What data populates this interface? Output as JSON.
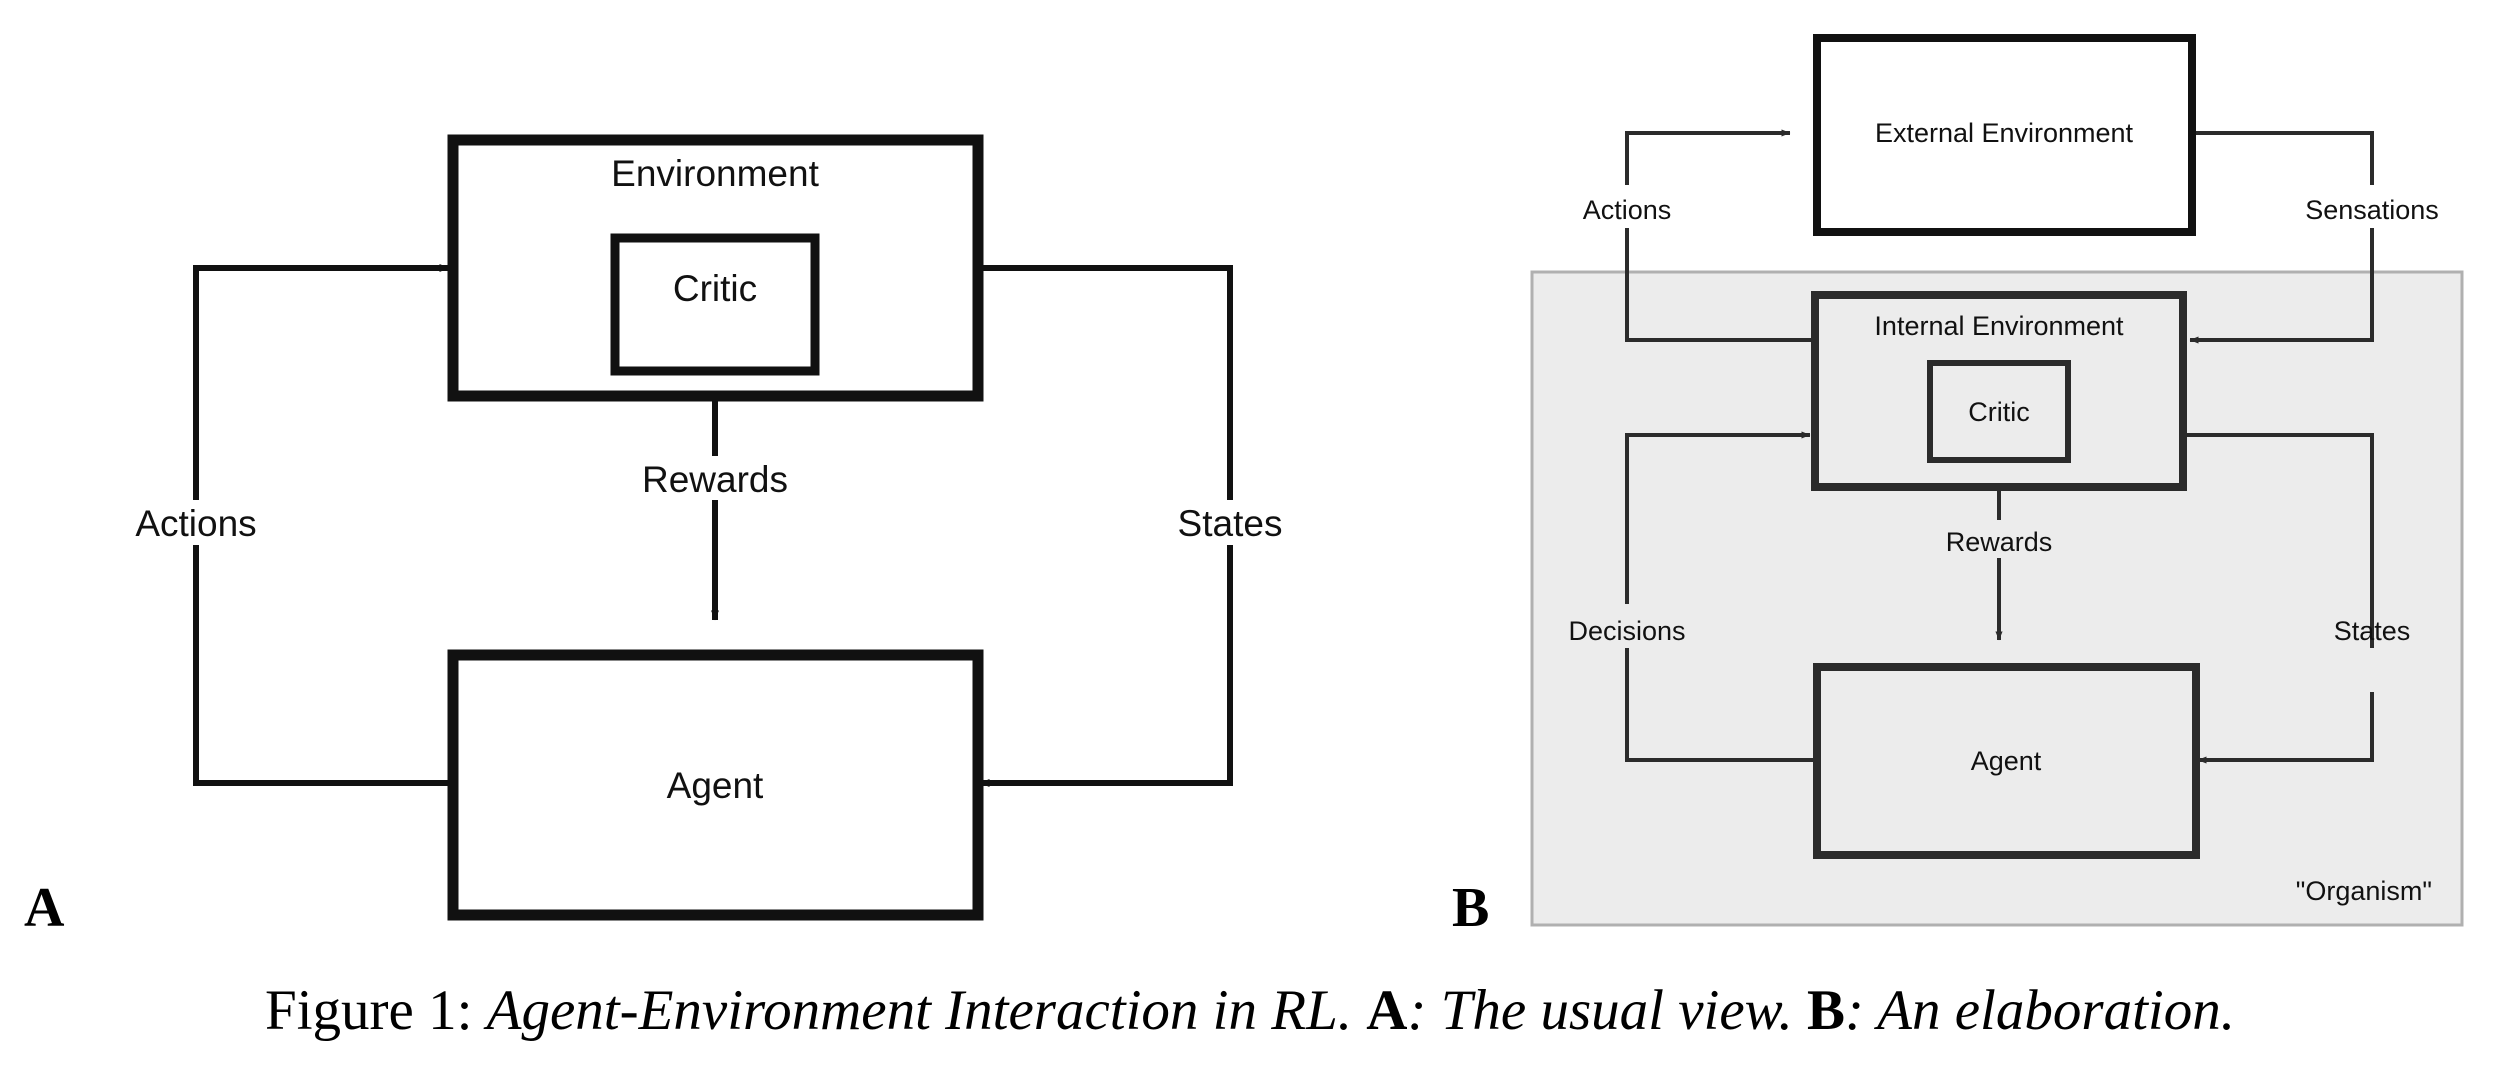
{
  "figure": {
    "caption_prefix": "Figure 1:",
    "caption_title": "Agent-Environment Interaction in RL.",
    "caption_a_letter": "A",
    "caption_a_text": ": The usual view.",
    "caption_b_letter": "B",
    "caption_b_text": ": An elaboration."
  },
  "colors": {
    "stroke": "#111111",
    "organism_fill": "#ececec",
    "organism_border": "#b0b0b0",
    "background": "#ffffff",
    "text": "#111111"
  },
  "panel_a": {
    "letter": "A",
    "boxes": {
      "environment": "Environment",
      "critic": "Critic",
      "agent": "Agent"
    },
    "edges": {
      "actions": "Actions",
      "rewards": "Rewards",
      "states": "States"
    }
  },
  "panel_b": {
    "letter": "B",
    "boxes": {
      "external_environment": "External Environment",
      "internal_environment": "Internal Environment",
      "critic": "Critic",
      "agent": "Agent"
    },
    "edges": {
      "actions": "Actions",
      "sensations": "Sensations",
      "decisions": "Decisions",
      "rewards": "Rewards",
      "states": "States"
    },
    "region_label": "\"Organism\""
  }
}
